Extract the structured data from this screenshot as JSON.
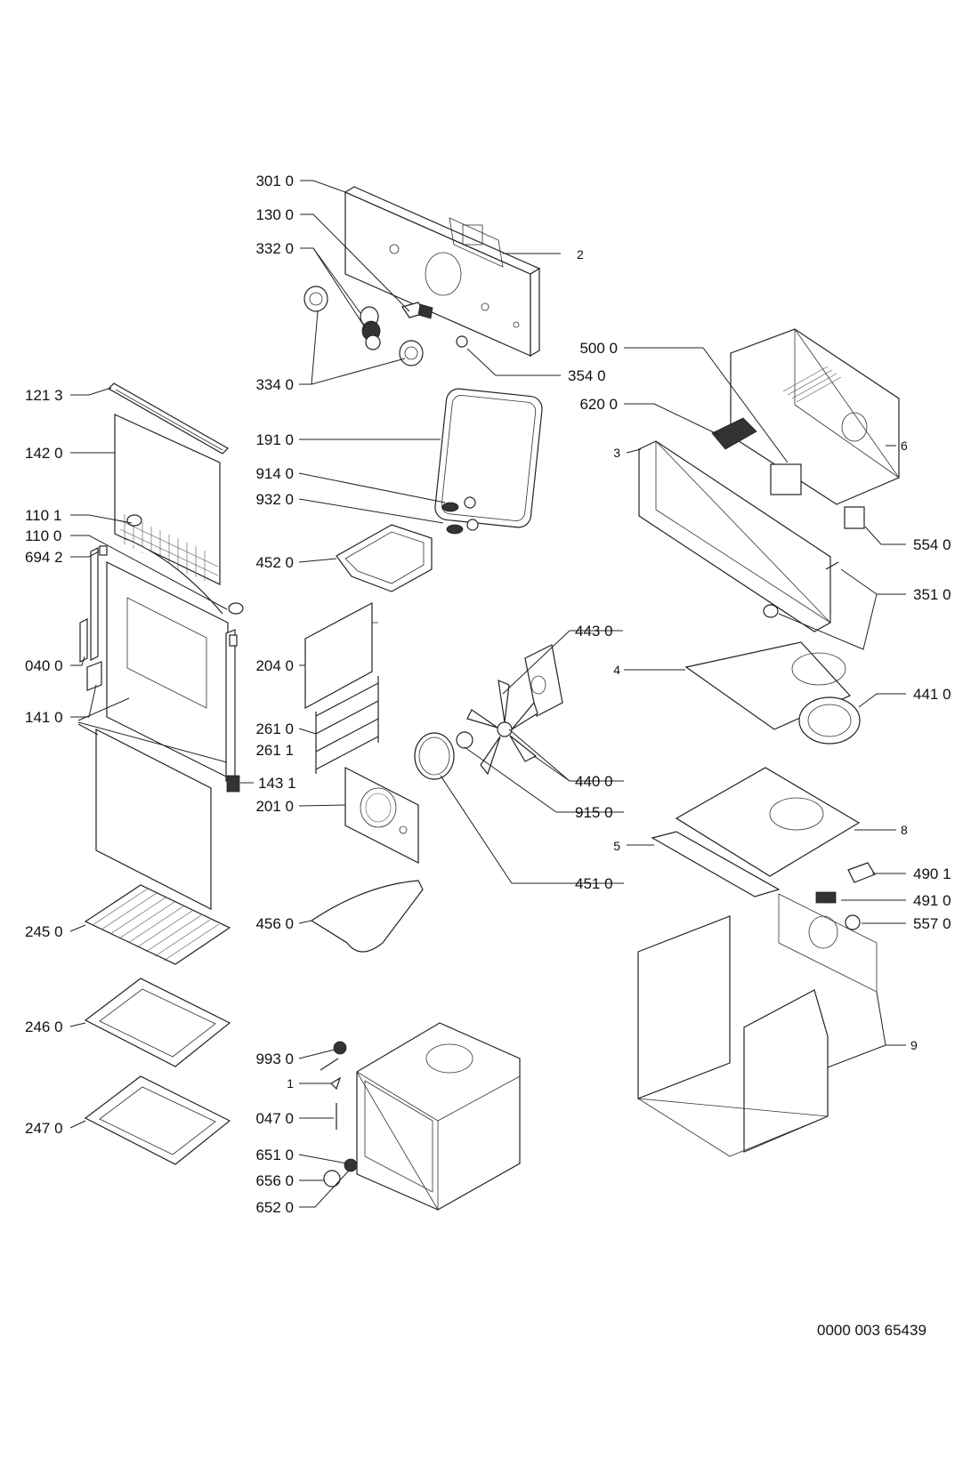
{
  "labels": {
    "l3010": "301 0",
    "l1300": "130 0",
    "l3320": "332 0",
    "l2": "2",
    "l3340": "334 0",
    "l3540": "354 0",
    "l1213": "121 3",
    "l1420": "142 0",
    "l1101": "110 1",
    "l1100": "110 0",
    "l6942": "694 2",
    "l0400": "040 0",
    "l1410": "141 0",
    "l1910": "191 0",
    "l9140": "914 0",
    "l9320": "932 0",
    "l4520": "452 0",
    "l2040": "204 0",
    "l2610": "261 0",
    "l2611": "261 1",
    "l1431": "143 1",
    "l2010": "201 0",
    "l4560": "456 0",
    "l2450": "245 0",
    "l2460": "246 0",
    "l2470": "247 0",
    "l9930": "993 0",
    "l1": "1",
    "l0470": "047 0",
    "l6510": "651 0",
    "l6560": "656 0",
    "l6520": "652 0",
    "l5000": "500 0",
    "l6200": "620 0",
    "l3": "3",
    "l6": "6",
    "l5540": "554 0",
    "l3510": "351 0",
    "l4430": "443 0",
    "l4": "4",
    "l4410": "441 0",
    "l4400": "440 0",
    "l9150": "915 0",
    "l4510": "451 0",
    "l8": "8",
    "l5": "5",
    "l4901": "490 1",
    "l4910": "491 0",
    "l5570": "557 0",
    "l9": "9"
  },
  "document_code": "0000 003 65439"
}
